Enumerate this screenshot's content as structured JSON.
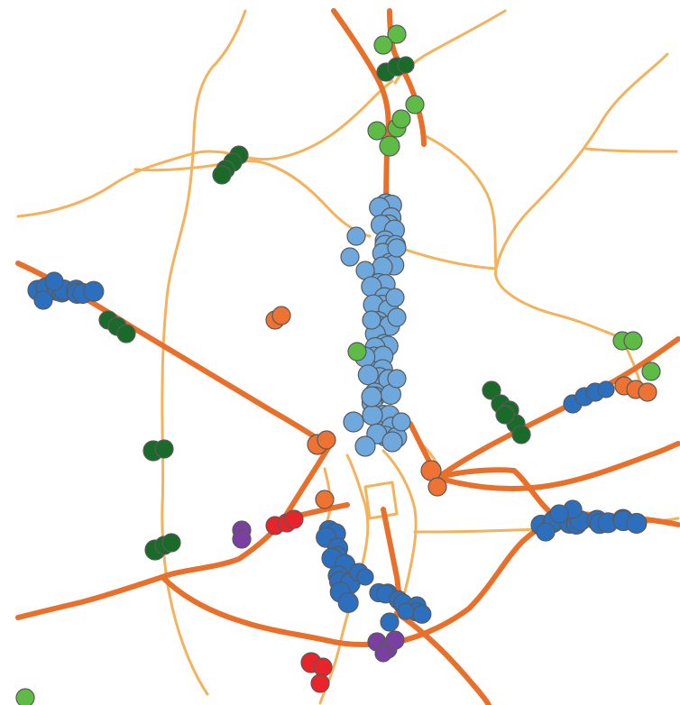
{
  "map": {
    "colors": {
      "background": "#ffffff",
      "major_road": "#e8702a",
      "minor_road": "#f4b25c"
    },
    "clusters": [
      {
        "name": "light-blue",
        "color": "#6fa8dc"
      },
      {
        "name": "blue",
        "color": "#2c6fbf"
      },
      {
        "name": "light-green",
        "color": "#5dbb46"
      },
      {
        "name": "dark-green",
        "color": "#1a6a2a"
      },
      {
        "name": "orange",
        "color": "#ee7232"
      },
      {
        "name": "red",
        "color": "#e8232a"
      },
      {
        "name": "purple",
        "color": "#7a3fa0"
      }
    ]
  }
}
